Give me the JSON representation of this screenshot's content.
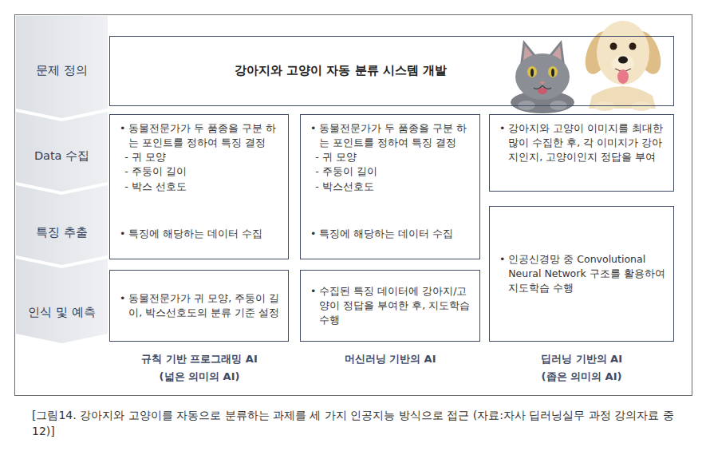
{
  "diagram": {
    "caption": "[그림14. 강아지와 고양이를 자동으로 분류하는 과제를 세 가지 인공지능 방식으로 접근 (자료:자사 딥러닝실무 과정 강의자료 중12)]",
    "nodes": [
      {
        "text": [
          "문제 정의"
        ]
      },
      {
        "text": [
          "Data 수집"
        ]
      },
      {
        "text": [
          "특징 추출"
        ]
      },
      {
        "text": [
          "인식 및 예측"
        ]
      },
      {
        "text": [
          "강아지와 고양이 자동 분류 시스템 개발"
        ]
      },
      {
        "text": [
          "• 동물전문가가 두 품종을 구분 하는 포인트를 정하여 특징 결정",
          "- 귀 모양",
          "- 주둥이 길이",
          "- 박스 선호도",
          "• 특징에 해당하는 데이터 수집"
        ]
      },
      {
        "text": [
          "• 동물전문가가 두 품종을 구분 하는 포인트를 정하여 특징 결정",
          "- 귀 모양",
          "- 주둥이 길이",
          "- 박스선호도",
          "• 특징에 해당하는 데이터 수집"
        ]
      },
      {
        "text": [
          "• 강아지와 고양이 이미지를 최대한 많이 수집한 후, 각 이미지가 강아지인지, 고양이인지 정답을 부여"
        ]
      },
      {
        "text": [
          "• 동물전문가가 귀 모양, 주둥이 길이, 박스선호도의 분류 기준 설정"
        ]
      },
      {
        "text": [
          "• 수집된 특징 데이터에 강아지/고양이 정답을 부여한 후, 지도학습 수행"
        ]
      },
      {
        "text": [
          "• 인공신경망 중 Convolutional Neural Network 구조를 활용하여 지도학습 수행"
        ]
      }
    ],
    "labels": [
      "규칙 기반 프로그래밍 AI",
      "(넓은 의미의 AI)",
      "머신러닝 기반의 AI",
      "딥러닝 기반의 AI",
      "(좁은 의미의 AI)"
    ]
  }
}
